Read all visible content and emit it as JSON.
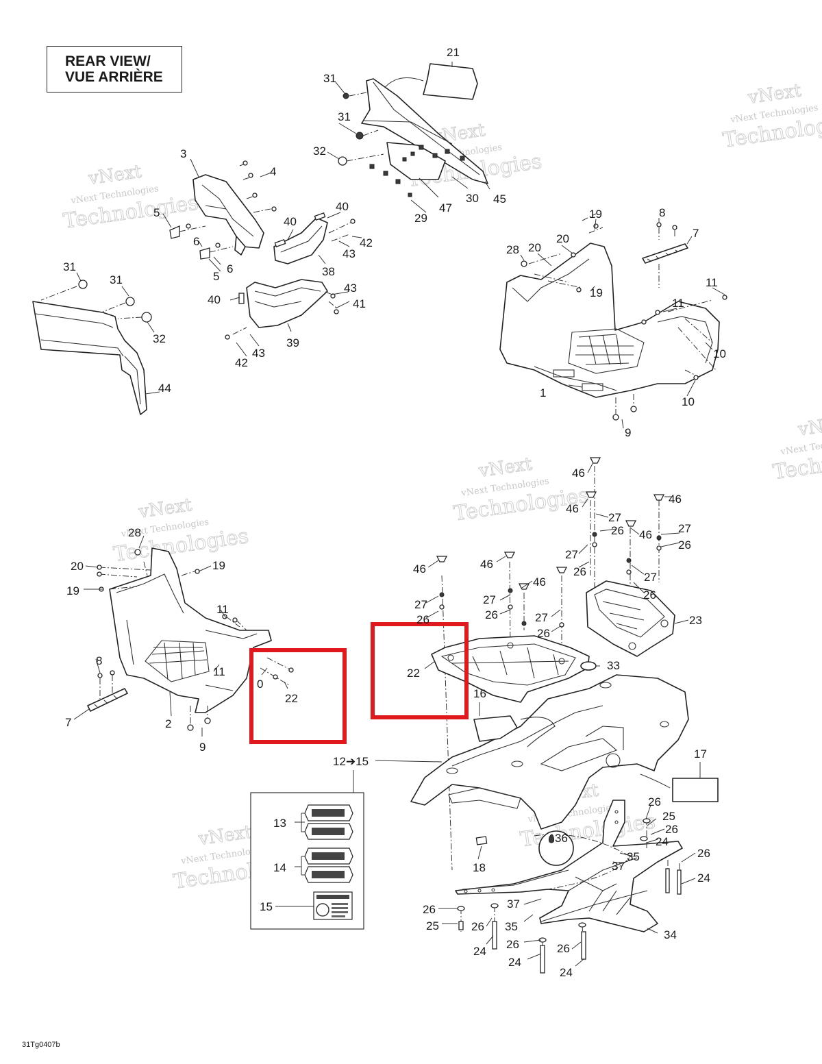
{
  "title": {
    "line1": "REAR VIEW/",
    "line2": "VUE ARRIÈRE"
  },
  "drawing_code": "31Tg0407b",
  "watermark": {
    "line1": "vNext",
    "line2": "vNext Technologies",
    "line3": "Technologies"
  },
  "labels": {
    "l21": "21",
    "l31a": "31",
    "l31b": "31",
    "l32a": "32",
    "l3": "3",
    "l4": "4",
    "l30": "30",
    "l45": "45",
    "l47": "47",
    "l29": "29",
    "l5a": "5",
    "l6a": "6",
    "l6b": "6",
    "l5b": "5",
    "l40a": "40",
    "l40b": "40",
    "l42a": "42",
    "l43a": "43",
    "l38": "38",
    "l43b": "43",
    "l41": "41",
    "l40c": "40",
    "l39": "39",
    "l42b": "42",
    "l43c": "43",
    "l31c": "31",
    "l31d": "31",
    "l32b": "32",
    "l44": "44",
    "l19a": "19",
    "l8a": "8",
    "l7a": "7",
    "l28a": "28",
    "l20a": "20",
    "l20b": "20",
    "l19b": "19",
    "l11a": "11",
    "l11b": "11",
    "l10a": "10",
    "l10b": "10",
    "l1": "1",
    "l9a": "9",
    "l46a": "46",
    "l46b": "46",
    "l27a": "27",
    "l26a": "26",
    "l46c": "46",
    "l46d": "46",
    "l27b": "27",
    "l26b": "26",
    "l27c": "27",
    "l26c": "26",
    "l27d": "27",
    "l26d": "26",
    "l23": "23",
    "l46e": "46",
    "l46f": "46",
    "l27e": "27",
    "l46g": "46",
    "l26e": "26",
    "l27f": "27",
    "l26f": "26",
    "l27g": "27",
    "l26g": "26",
    "l28b": "28",
    "l20c": "20",
    "l19c": "19",
    "l19d": "19",
    "l11c": "11",
    "l11d": "11",
    "l8b": "8",
    "l7b": "7",
    "l2": "2",
    "l9b": "9",
    "l0": "0",
    "l22a": "22",
    "l22b": "22",
    "l33": "33",
    "l16": "16",
    "l12_15": "12➔15",
    "l17": "17",
    "l13": "13",
    "l14": "14",
    "l15": "15",
    "l18": "18",
    "l26h": "26",
    "l25a": "25",
    "l26i": "26",
    "l24a": "24",
    "l26j": "26",
    "l24b": "24",
    "l36": "36",
    "l35a": "35",
    "l37a": "37",
    "l37b": "37",
    "l35b": "35",
    "l34": "34",
    "l26k": "26",
    "l25b": "25",
    "l26l": "26",
    "l24c": "24",
    "l26m": "26",
    "l24d": "24",
    "l26n": "26",
    "l24e": "24"
  },
  "highlight_color": "#e0191f"
}
